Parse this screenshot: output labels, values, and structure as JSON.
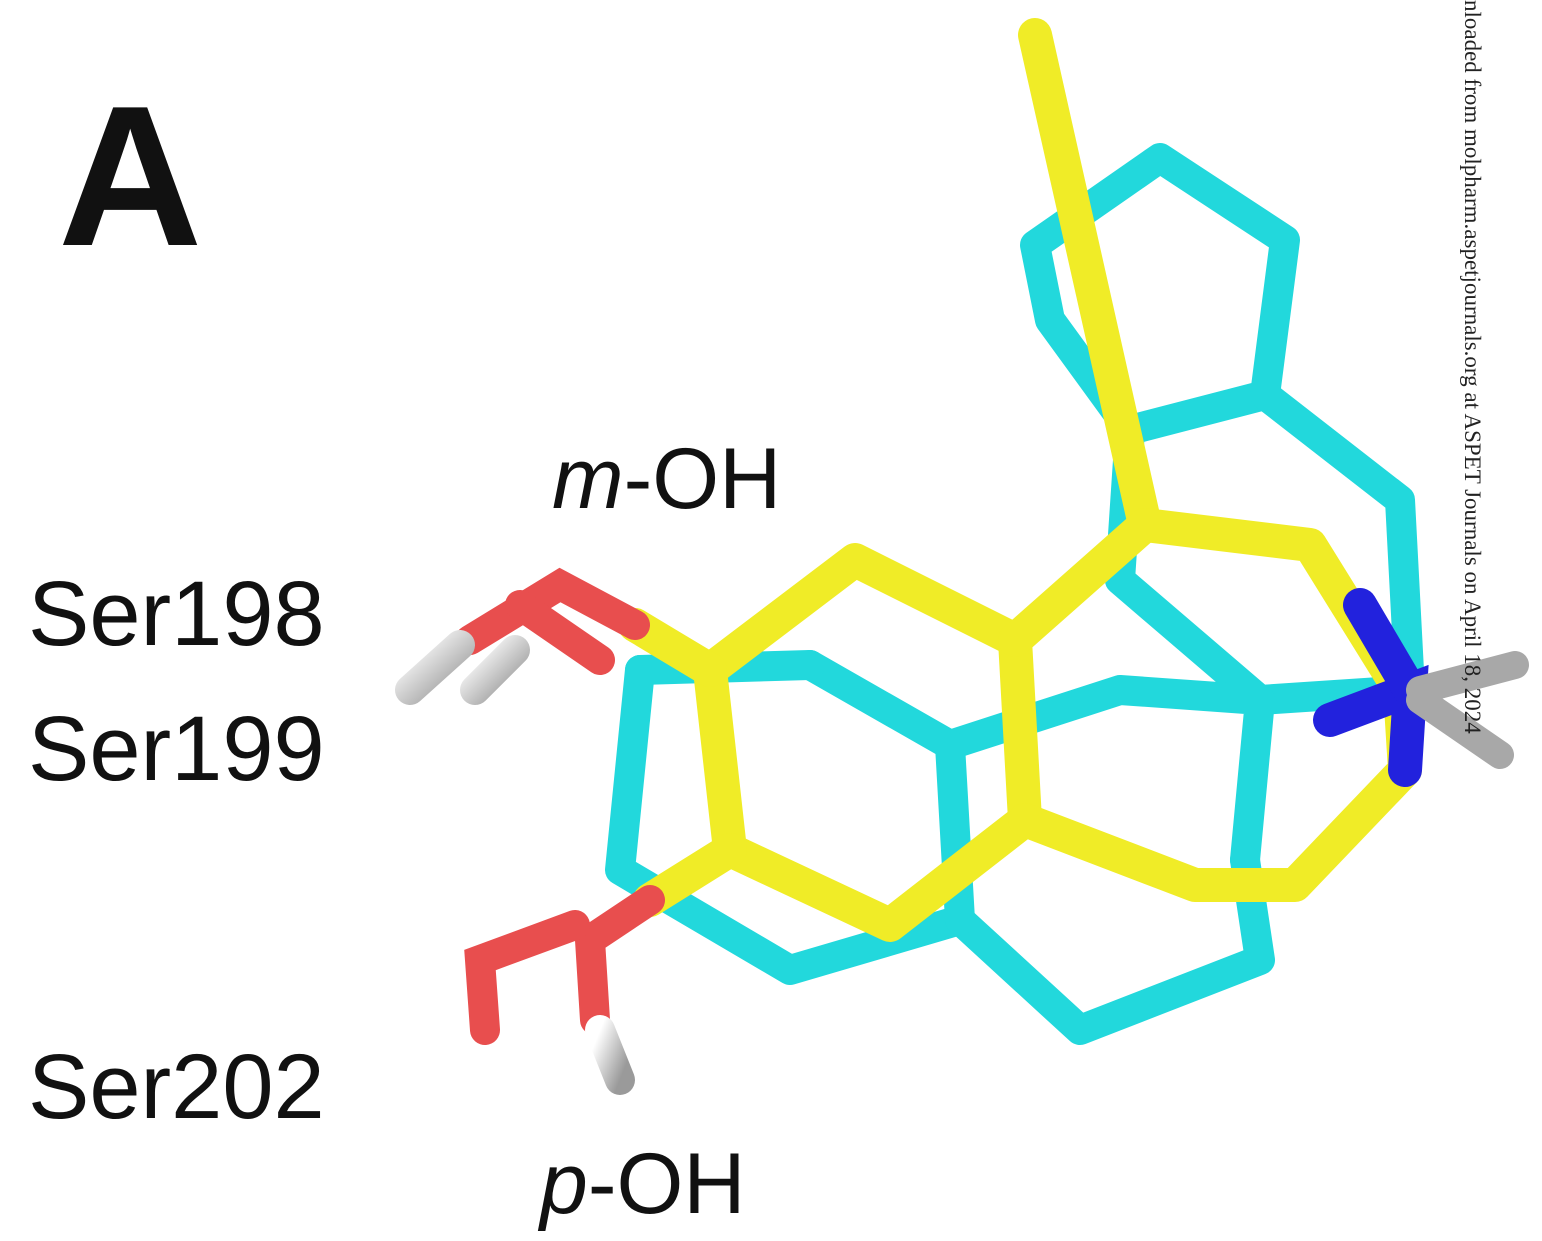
{
  "panel": {
    "letter": "A"
  },
  "labels": {
    "ser198": "Ser198",
    "ser199": "Ser199",
    "ser202": "Ser202",
    "m_prefix": "m",
    "p_prefix": "p",
    "oh_suffix": "-OH"
  },
  "side_note": "nloaded from molpharm.aspetjournals.org at ASPET Journals on April 18, 2024",
  "colors": {
    "ligand_a": "#f0ec27",
    "ligand_a_shade": "#b8b40f",
    "ligand_b": "#22d8dc",
    "oxygen": "#e84e4e",
    "nitrogen": "#2222dd",
    "hydrogen": "#dcdcdc",
    "methyl": "#a8a8a8"
  }
}
